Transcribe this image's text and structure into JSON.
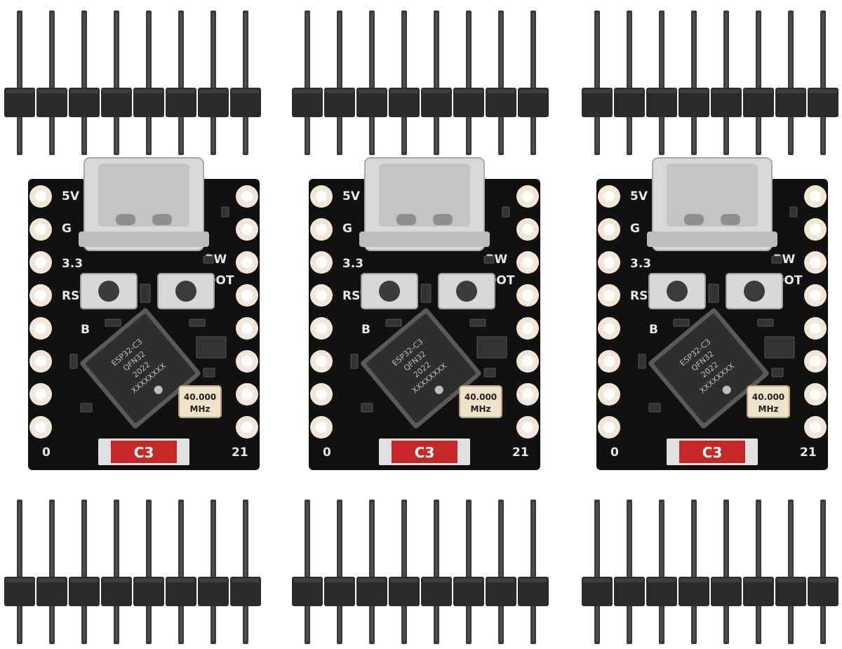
{
  "product": {
    "board_count": 3,
    "header_strip_count": 6,
    "pins_per_strip": 8
  },
  "board_labels": {
    "pin_5v": "5V",
    "pin_g": "G",
    "pin_33": "3.3",
    "pin_rst": "RST",
    "pin_b": "B",
    "pin_pw": "PW",
    "pin_boot": "BOOT",
    "pin_0": "0",
    "pin_21": "21",
    "crystal_freq": "40.000",
    "crystal_unit": "MHz",
    "model_badge": "C3",
    "chip_line1": "ESP32-C3",
    "chip_line2": "QFN32",
    "chip_line3": "2022",
    "chip_line4": "XXXXXXXX"
  },
  "colors": {
    "background": "#ffffff",
    "pcb": "#111111",
    "silk": "#e8e8e8",
    "pad": "#f3e6d6",
    "pin_metal": "#3a3a3a",
    "plastic": "#2b2b2b",
    "usb_metal": "#d9d9d9",
    "button_body": "#d8d8d8",
    "button_cap": "#3c3c3c",
    "badge_red": "#c62828",
    "crystal": "#efe2c8",
    "chip": "#2e2e2e"
  }
}
